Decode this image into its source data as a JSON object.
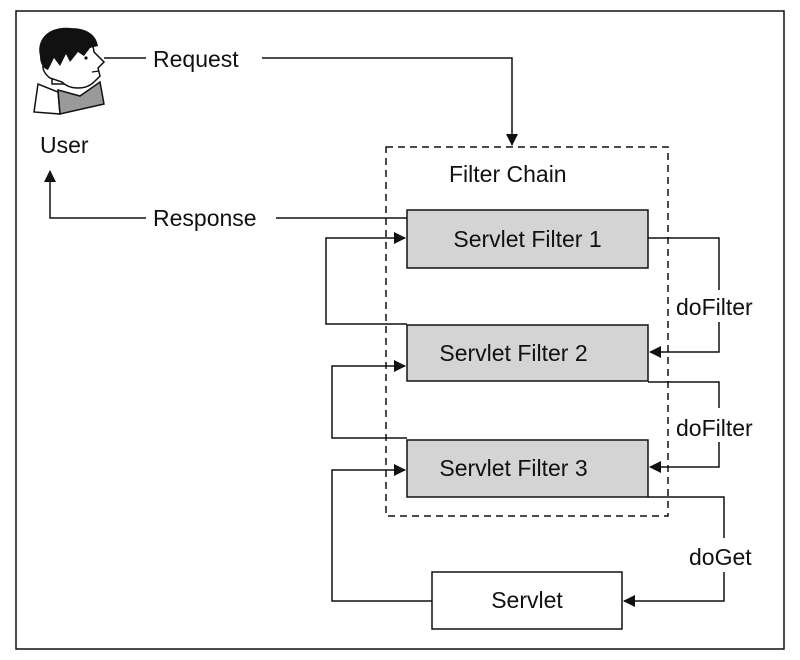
{
  "diagram": {
    "user": {
      "label": "User",
      "icon": "user-head-icon"
    },
    "edges": {
      "request": "Request",
      "response": "Response",
      "dofilter_1": "doFilter",
      "dofilter_2": "doFilter",
      "doget": "doGet"
    },
    "filter_chain": {
      "title": "Filter Chain",
      "filters": [
        "Servlet Filter 1",
        "Servlet Filter 2",
        "Servlet Filter 3"
      ]
    },
    "servlet": {
      "label": "Servlet"
    },
    "colors": {
      "filter_fill": "#d4d4d4",
      "stroke": "#111111",
      "background": "#ffffff"
    }
  }
}
